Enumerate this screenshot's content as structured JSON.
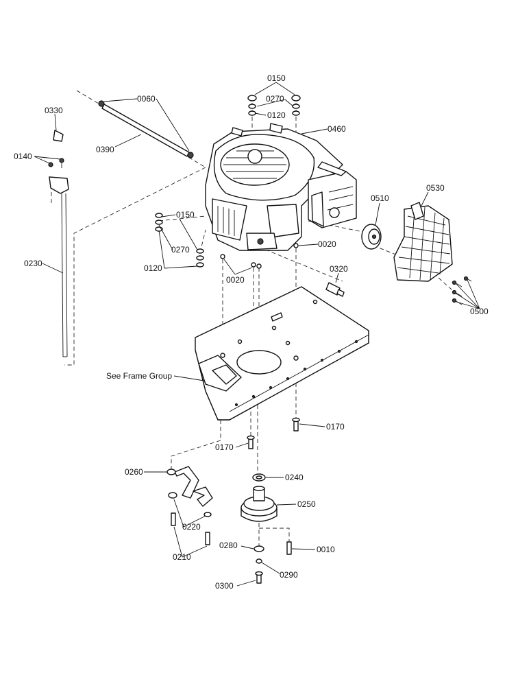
{
  "labels": {
    "p0150_top": "0150",
    "p0270_top": "0270",
    "p0120_top": "0120",
    "p0060": "0060",
    "p0330": "0330",
    "p0460": "0460",
    "p0390": "0390",
    "p0140": "0140",
    "p0510": "0510",
    "p0530": "0530",
    "p0150_left": "0150",
    "p0270_left": "0270",
    "p0120_left": "0120",
    "p0020_right": "0020",
    "p0230": "0230",
    "p0020_mid": "0020",
    "p0320": "0320",
    "p0500": "0500",
    "see_frame": "See Frame Group",
    "p0170_right": "0170",
    "p0170_left": "0170",
    "p0260": "0260",
    "p0240": "0240",
    "p0250": "0250",
    "p0220": "0220",
    "p0280": "0280",
    "p0010": "0010",
    "p0210": "0210",
    "p0290": "0290",
    "p0300": "0300"
  }
}
